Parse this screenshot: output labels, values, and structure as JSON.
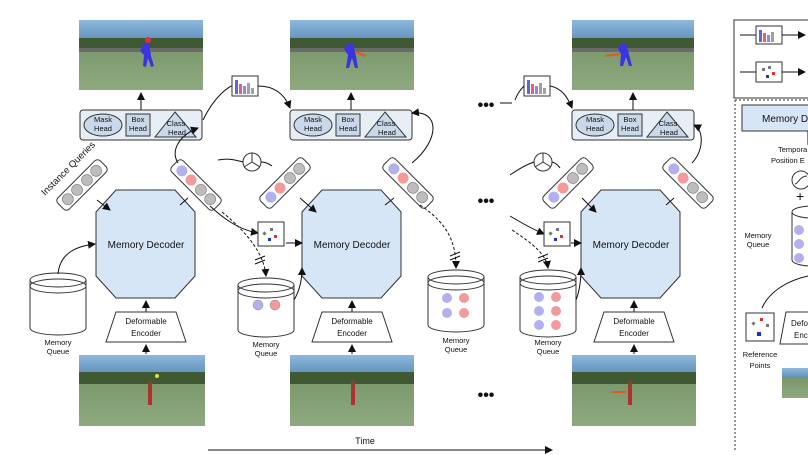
{
  "labels": {
    "memory_decoder": "Memory Decoder",
    "deformable_line1": "Deformable",
    "deformable_line2": "Encoder",
    "memory_line1": "Memory",
    "memory_line2": "Queue",
    "mask_head_line1": "Mask",
    "mask_head_line2": "Head",
    "box_head_line1": "Box",
    "box_head_line2": "Head",
    "class_head_line1": "Class",
    "class_head_line2": "Head",
    "instance_queries": "Instance Queries",
    "time": "Time",
    "ellipsis": "•••",
    "right_memory_decoder": "Memory D",
    "temporal_line1": "Tempora",
    "temporal_line2": "Position E",
    "plus": "+",
    "right_memory_line1": "Memory",
    "right_memory_line2": "Queue",
    "reference_line1": "Reference",
    "reference_line2": "Points",
    "right_deformable_line1": "Defo",
    "right_deformable_line2": "Enc"
  },
  "colors": {
    "decoder_fill": "#d6e6f7",
    "head_fill": "#c9d9ea",
    "blue_query": "#b4b0f0",
    "red_query": "#f39a9a",
    "gray_query": "#bdbdbd",
    "frame_sky": "#6f9fc9",
    "frame_court": "#5f7f58"
  },
  "icons": [
    "histogram-icon",
    "reference-points-icon",
    "mlp-icon",
    "cylinder-icon"
  ]
}
